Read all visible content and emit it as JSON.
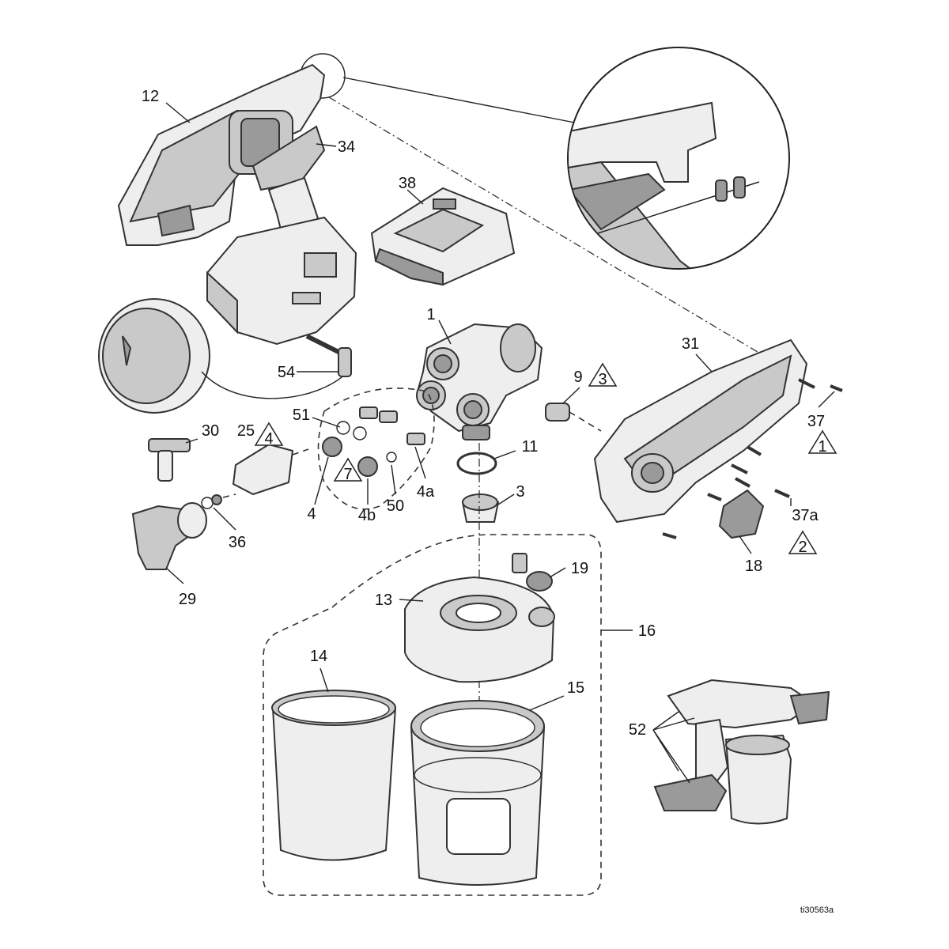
{
  "diagram": {
    "labels": {
      "p1": "1",
      "p3": "3",
      "p4": "4",
      "p4a": "4a",
      "p4b": "4b",
      "p9": "9",
      "p11": "11",
      "p12": "12",
      "p13": "13",
      "p14": "14",
      "p15": "15",
      "p16": "16",
      "p18": "18",
      "p19": "19",
      "p25": "25",
      "p29": "29",
      "p30": "30",
      "p31": "31",
      "p34": "34",
      "p36": "36",
      "p37": "37",
      "p37a": "37a",
      "p38": "38",
      "p50": "50",
      "p51": "51",
      "p52": "52",
      "p54": "54"
    },
    "warning_numbers": {
      "w1": "1",
      "w2": "2",
      "w3": "3",
      "w4": "4",
      "w7": "7"
    },
    "figure_id": "ti30563a"
  },
  "colors": {
    "part_fill": "#eeeeee",
    "part_dark": "#9a9a9a",
    "outline": "#333333"
  }
}
